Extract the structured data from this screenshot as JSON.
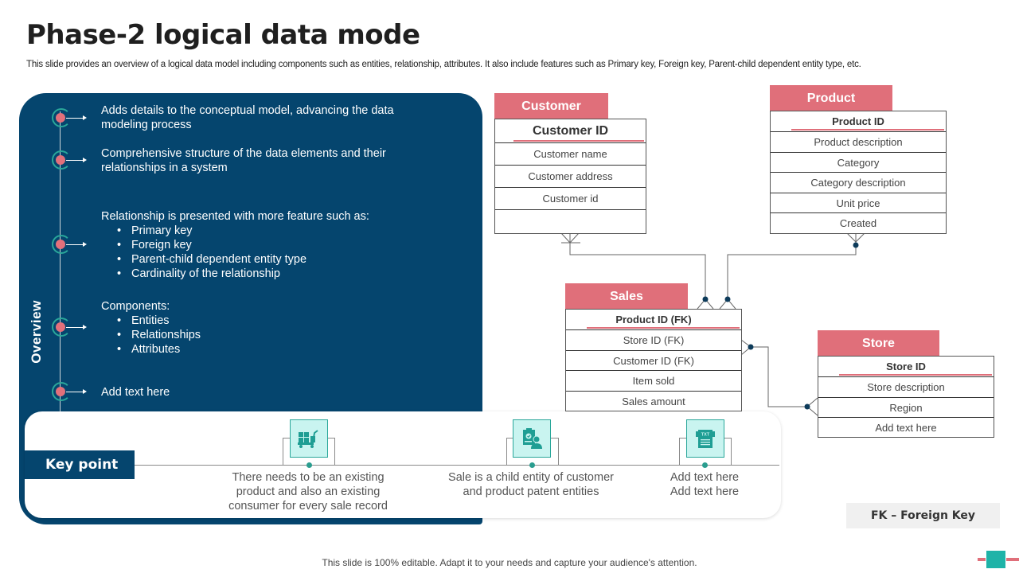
{
  "header": {
    "title": "Phase-2 logical data mode",
    "subtitle": "This slide provides an overview of a logical data model including components such as entities, relationship, attributes. It also include features such as Primary key, Foreign key, Parent-child dependent entity type, etc."
  },
  "overview": {
    "label": "Overview",
    "items": [
      {
        "text": "Adds details to the conceptual model, advancing the data modeling process",
        "bullets": []
      },
      {
        "text": "Comprehensive structure of the data elements and their relationships in a system",
        "bullets": []
      },
      {
        "text": "Relationship is presented with more feature such as:",
        "bullets": [
          "Primary key",
          "Foreign key",
          "Parent-child dependent entity type",
          "Cardinality of the relationship"
        ]
      },
      {
        "text": "Components:",
        "bullets": [
          "Entities",
          "Relationships",
          "Attributes"
        ]
      },
      {
        "text": "Add text here",
        "bullets": []
      }
    ]
  },
  "key_point": {
    "label": "Key point",
    "items": [
      {
        "icon": "cart-boxes-icon",
        "text_lines": [
          "There needs to be an existing",
          "product and also an existing",
          "consumer for every sale record"
        ]
      },
      {
        "icon": "clipboard-person-icon",
        "text_lines": [
          "Sale is a child entity of customer",
          "and product patent entities"
        ]
      },
      {
        "icon": "txt-document-icon",
        "text_lines": [
          "Add text  here",
          "Add text  here"
        ]
      }
    ]
  },
  "entities": {
    "customer": {
      "title": "Customer",
      "primary_key": "Customer ID",
      "attributes": [
        "Customer name",
        "Customer address",
        "Customer id",
        ""
      ]
    },
    "product": {
      "title": "Product",
      "primary_key": "Product ID",
      "attributes": [
        "Product description",
        "Category",
        "Category description",
        "Unit price",
        "Created"
      ]
    },
    "sales": {
      "title": "Sales",
      "primary_key": "Product ID (FK)",
      "attributes": [
        "Store ID (FK)",
        "Customer  ID (FK)",
        "Item sold",
        "Sales amount"
      ]
    },
    "store": {
      "title": "Store",
      "primary_key": "Store ID",
      "attributes": [
        "Store description",
        "Region",
        "Add text here"
      ]
    }
  },
  "legend": {
    "fk": "FK – Foreign Key"
  },
  "footer": {
    "text": "This slide is 100% editable. Adapt it to your needs and capture your audience's attention."
  },
  "colors": {
    "navy": "#05456e",
    "coral": "#e06f7a",
    "teal": "#2aa79a",
    "icon_bg": "#c9f4f0",
    "connector_dot": "#0d3b5a"
  }
}
